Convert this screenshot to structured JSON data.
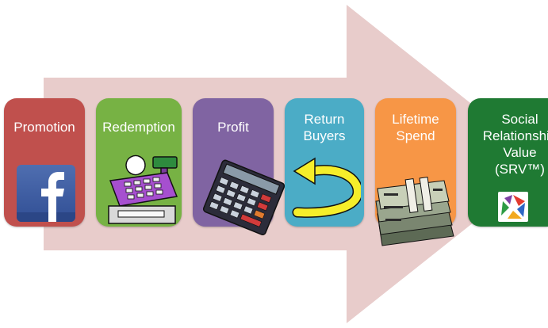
{
  "colors": {
    "arrow": "#e8cccb",
    "promotion": "#c0504d",
    "redemption": "#77b244",
    "profit": "#8064a2",
    "return_buyers": "#4bacc6",
    "lifetime_spend": "#f79646",
    "srv": "#1f7a33"
  },
  "stages": [
    {
      "label": "Promotion",
      "icon": "facebook-icon"
    },
    {
      "label": "Redemption",
      "icon": "cash-register-icon"
    },
    {
      "label": "Profit",
      "icon": "calculator-icon"
    },
    {
      "label": "Return\nBuyers",
      "icon": "return-arrow-icon"
    },
    {
      "label": "Lifetime\nSpend",
      "icon": "money-stack-icon"
    },
    {
      "label": "Social\nRelationship\nValue\n(SRV™)",
      "icon": "srv-logo-icon"
    }
  ]
}
